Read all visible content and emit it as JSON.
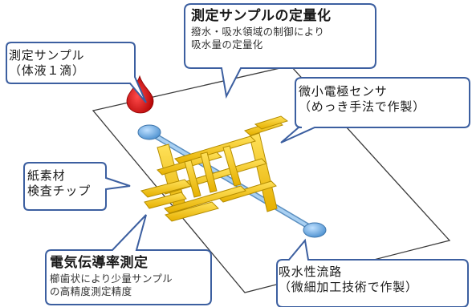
{
  "callouts": {
    "sample": {
      "line1": "測定サンプル",
      "line2": "（体液１滴）"
    },
    "quantification": {
      "title": "測定サンプルの定量化",
      "line1": "撥水・吸水領域の制御により",
      "line2": "吸水量の定量化"
    },
    "sensor": {
      "line1": "微小電極センサ",
      "line2": "（めっき手法で作製）"
    },
    "paper_chip": {
      "line1": "紙素材",
      "line2": "検査チップ"
    },
    "conductivity": {
      "title": "電気伝導率測定",
      "line1": "櫛歯状により少量サンプル",
      "line2": "の高精度測定精度"
    },
    "channel": {
      "line1": "吸水性流路",
      "line2": "（微細加工技術で作製）"
    }
  },
  "colors": {
    "callout_border": "#3c5fa0",
    "paper_outline": "#3a3a3a",
    "drop": "#d40c0c",
    "electrode": "#f2c200",
    "electrode_shadow": "#b58d00",
    "channel": "#8bb8e0",
    "reservoir": "#5e9fd6"
  }
}
